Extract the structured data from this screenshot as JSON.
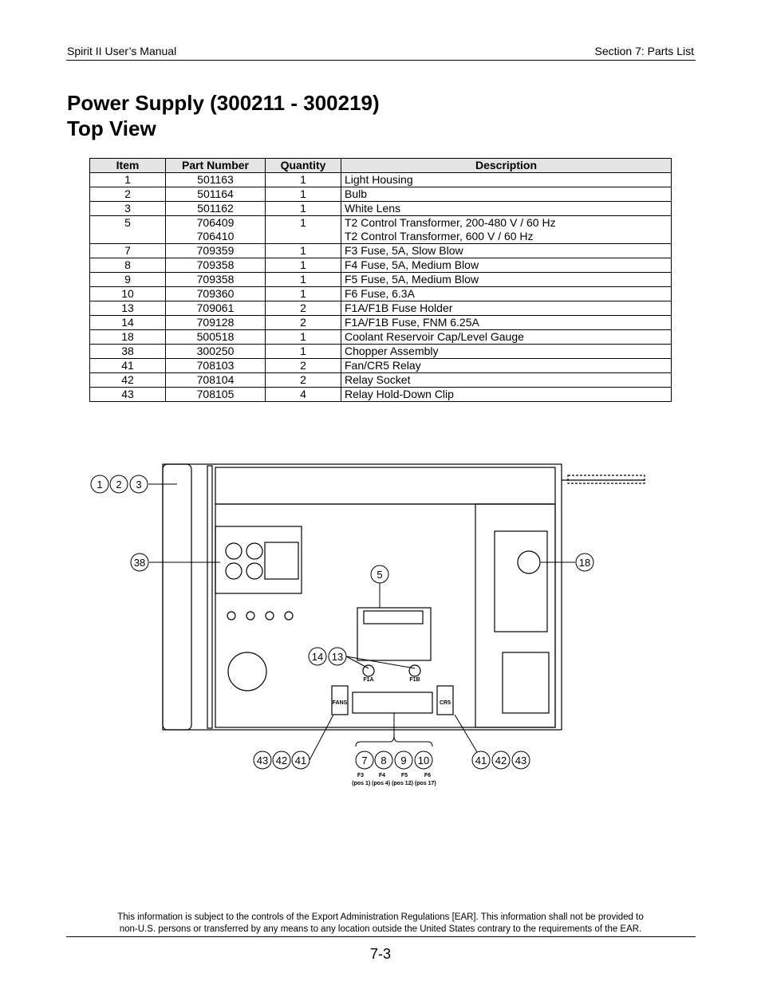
{
  "header": {
    "left": "Spirit II User’s Manual",
    "right": "Section 7: Parts List"
  },
  "title": {
    "line1": "Power Supply (300211 - 300219)",
    "line2": "Top View"
  },
  "table": {
    "headers": [
      "Item",
      "Part Number",
      "Quantity",
      "Description"
    ],
    "rows": [
      {
        "item": "1",
        "part": [
          "501163"
        ],
        "qty": "1",
        "desc": [
          "Light Housing"
        ]
      },
      {
        "item": "2",
        "part": [
          "501164"
        ],
        "qty": "1",
        "desc": [
          "Bulb"
        ]
      },
      {
        "item": "3",
        "part": [
          "501162"
        ],
        "qty": "1",
        "desc": [
          "White Lens"
        ]
      },
      {
        "item": "5",
        "part": [
          "706409",
          "706410"
        ],
        "qty": "1",
        "desc": [
          "T2 Control Transformer, 200-480 V / 60 Hz",
          "T2 Control Transformer, 600 V / 60 Hz"
        ]
      },
      {
        "item": "7",
        "part": [
          "709359"
        ],
        "qty": "1",
        "desc": [
          "F3 Fuse, 5A, Slow Blow"
        ]
      },
      {
        "item": "8",
        "part": [
          "709358"
        ],
        "qty": "1",
        "desc": [
          "F4 Fuse, 5A, Medium Blow"
        ]
      },
      {
        "item": "9",
        "part": [
          "709358"
        ],
        "qty": "1",
        "desc": [
          "F5 Fuse, 5A, Medium Blow"
        ]
      },
      {
        "item": "10",
        "part": [
          "709360"
        ],
        "qty": "1",
        "desc": [
          "F6 Fuse, 6.3A"
        ]
      },
      {
        "item": "13",
        "part": [
          "709061"
        ],
        "qty": "2",
        "desc": [
          "F1A/F1B Fuse Holder"
        ]
      },
      {
        "item": "14",
        "part": [
          "709128"
        ],
        "qty": "2",
        "desc": [
          "F1A/F1B Fuse, FNM 6.25A"
        ]
      },
      {
        "item": "18",
        "part": [
          "500518"
        ],
        "qty": "1",
        "desc": [
          "Coolant Reservoir Cap/Level Gauge"
        ]
      },
      {
        "item": "38",
        "part": [
          "300250"
        ],
        "qty": "1",
        "desc": [
          "Chopper Assembly"
        ]
      },
      {
        "item": "41",
        "part": [
          "708103"
        ],
        "qty": "2",
        "desc": [
          "Fan/CR5 Relay"
        ]
      },
      {
        "item": "42",
        "part": [
          "708104"
        ],
        "qty": "2",
        "desc": [
          "Relay Socket"
        ]
      },
      {
        "item": "43",
        "part": [
          "708105"
        ],
        "qty": "4",
        "desc": [
          "Relay Hold-Down Clip"
        ]
      }
    ]
  },
  "diagram": {
    "callouts": {
      "c1": "1",
      "c2": "2",
      "c3": "3",
      "c38": "38",
      "c5": "5",
      "c18": "18",
      "c14": "14",
      "c13": "13",
      "cl43": "43",
      "cl42": "42",
      "cl41": "41",
      "c7": "7",
      "c8": "8",
      "c9": "9",
      "c10": "10",
      "cr41": "41",
      "cr42": "42",
      "cr43": "43"
    },
    "labels": {
      "f1a": "F1A",
      "f1b": "F1B",
      "fans": "FANS",
      "cr5": "CR5",
      "f3": "F3",
      "f4": "F4",
      "f5": "F5",
      "f6": "F6",
      "positions": "(pos 1) (pos 4) (pos 12) (pos 17)"
    }
  },
  "footer": {
    "line1": "This information is subject to the controls of the Export Administration Regulations [EAR].  This information shall not be provided to",
    "line2": "non-U.S. persons or transferred by any means to any location outside the United States contrary to the requirements of the EAR.",
    "page": "7-3"
  }
}
